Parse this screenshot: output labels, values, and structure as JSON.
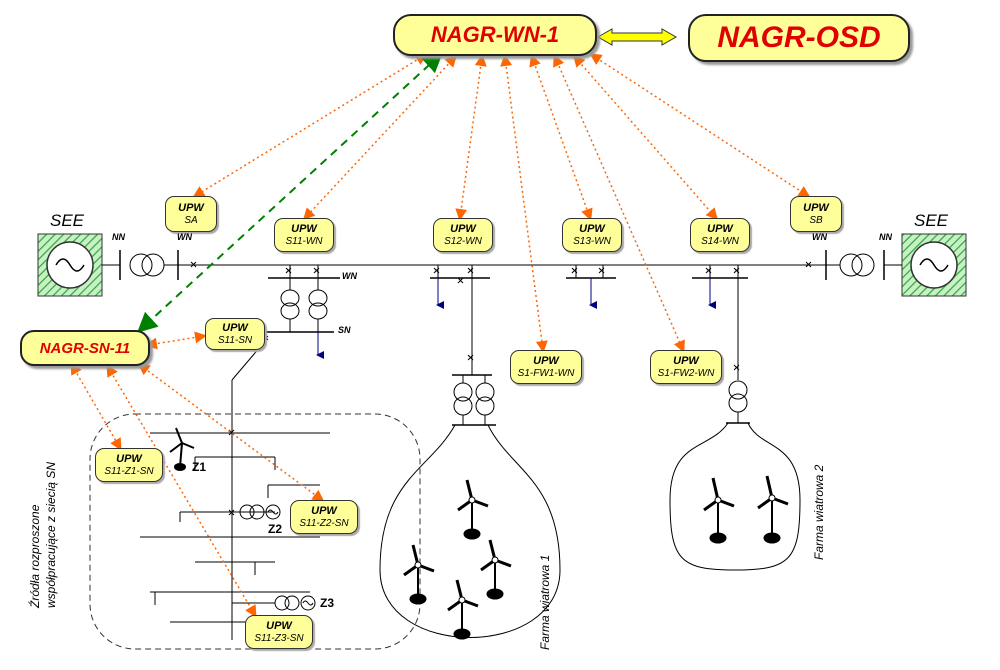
{
  "central": {
    "wn": "NAGR-WN-1",
    "osd": "NAGR-OSD",
    "sn": "NAGR-SN-11"
  },
  "upw_title": "UPW",
  "upw_boxes": [
    {
      "id": "sa",
      "sub": "SA"
    },
    {
      "id": "s11wn",
      "sub": "S11-WN"
    },
    {
      "id": "s12wn",
      "sub": "S12-WN"
    },
    {
      "id": "s13wn",
      "sub": "S13-WN"
    },
    {
      "id": "s14wn",
      "sub": "S14-WN"
    },
    {
      "id": "sb",
      "sub": "SB"
    },
    {
      "id": "s11sn",
      "sub": "S11-SN"
    },
    {
      "id": "fw1",
      "sub": "S1-FW1-WN"
    },
    {
      "id": "fw2",
      "sub": "S1-FW2-WN"
    },
    {
      "id": "z1",
      "sub": "S11-Z1-SN"
    },
    {
      "id": "z2",
      "sub": "S11-Z2-SN"
    },
    {
      "id": "z3",
      "sub": "S11-Z3-SN"
    }
  ],
  "labels": {
    "see": "SEE",
    "nn": "NN",
    "wn": "WN",
    "sn": "SN",
    "z1": "Z1",
    "z2": "Z2",
    "z3": "Z3"
  },
  "rotated": {
    "farm1": "Farma wiatrowa 1",
    "farm2": "Farma wiatrowa 2",
    "sources1": "Źródła rozproszone",
    "sources2": "współpracujące z siecią SN"
  },
  "colors": {
    "box_fill": "#ffff99",
    "nagr_text": "#e00000",
    "link_orange": "#ff6600",
    "link_green": "#008000",
    "load_arrow": "#000080",
    "see_hatch": "#33aa33"
  }
}
